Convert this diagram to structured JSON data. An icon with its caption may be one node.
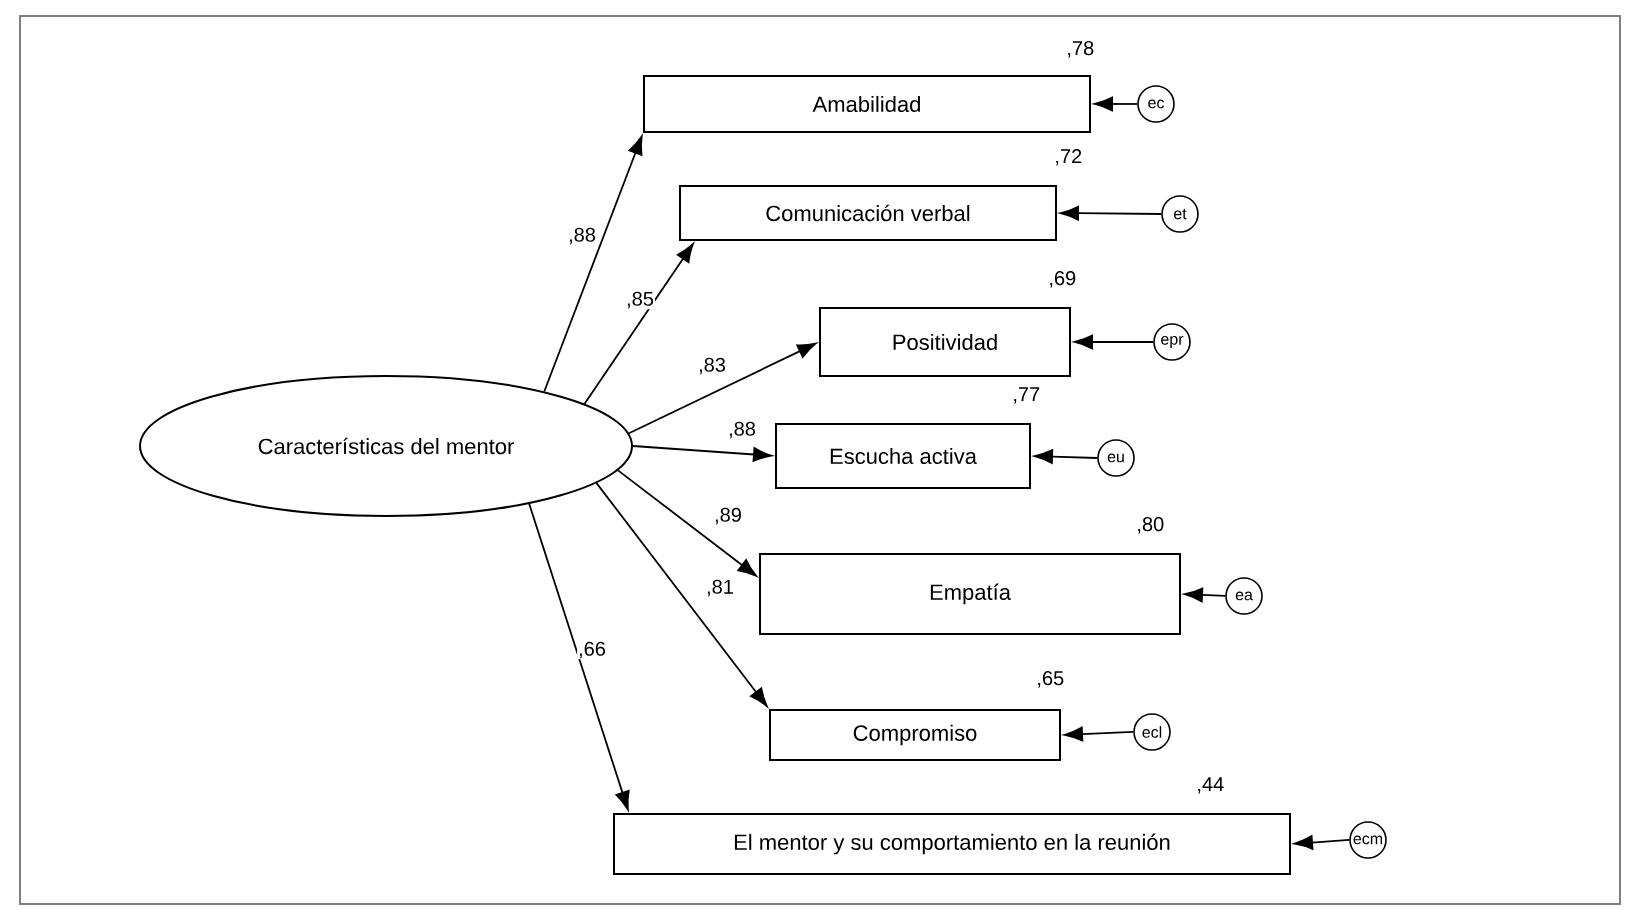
{
  "diagram": {
    "nodes": [
      {
        "text": [
          "Características del mentor"
        ]
      },
      {
        "text": [
          "Amabilidad"
        ],
        "beside": [
          ",78"
        ]
      },
      {
        "text": [
          "Comunicación verbal"
        ],
        "beside": [
          ",72"
        ]
      },
      {
        "text": [
          "Positividad"
        ],
        "beside": [
          ",69"
        ]
      },
      {
        "text": [
          "Escucha activa"
        ],
        "beside": [
          ",77"
        ]
      },
      {
        "text": [
          "Empatía"
        ],
        "beside": [
          ",80"
        ]
      },
      {
        "text": [
          "Compromiso"
        ],
        "beside": [
          ",65"
        ]
      },
      {
        "text": [
          "El mentor y su comportamiento en la reunión"
        ],
        "beside": [
          ",44"
        ]
      },
      {
        "text": [
          "ec"
        ]
      },
      {
        "text": [
          "et"
        ]
      },
      {
        "text": [
          "epr"
        ]
      },
      {
        "text": [
          "eu"
        ]
      },
      {
        "text": [
          "ea"
        ]
      },
      {
        "text": [
          "ecl"
        ]
      },
      {
        "text": [
          "ecm"
        ]
      }
    ],
    "edges": [
      {
        "from": 0,
        "to": 1,
        "arrow": "to",
        "label": ",88"
      },
      {
        "from": 0,
        "to": 2,
        "arrow": "to",
        "label": ",85"
      },
      {
        "from": 0,
        "to": 3,
        "arrow": "to",
        "label": ",83"
      },
      {
        "from": 0,
        "to": 4,
        "arrow": "to",
        "label": ",88"
      },
      {
        "from": 0,
        "to": 5,
        "arrow": "to",
        "label": ",89"
      },
      {
        "from": 0,
        "to": 6,
        "arrow": "to",
        "label": ",81"
      },
      {
        "from": 0,
        "to": 7,
        "arrow": "to",
        "label": ",66"
      },
      {
        "from": 8,
        "to": 1,
        "arrow": "to"
      },
      {
        "from": 9,
        "to": 2,
        "arrow": "to"
      },
      {
        "from": 10,
        "to": 3,
        "arrow": "to"
      },
      {
        "from": 11,
        "to": 4,
        "arrow": "to"
      },
      {
        "from": 12,
        "to": 5,
        "arrow": "to"
      },
      {
        "from": 13,
        "to": 6,
        "arrow": "to"
      },
      {
        "from": 14,
        "to": 7,
        "arrow": "to"
      }
    ]
  }
}
